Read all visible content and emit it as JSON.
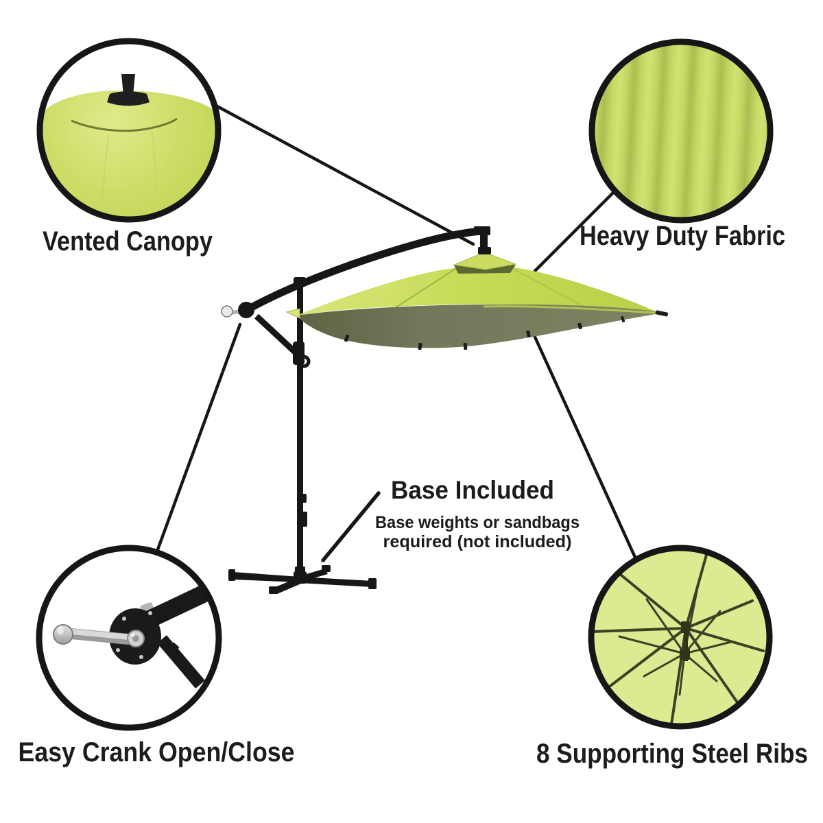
{
  "labels": {
    "vented_canopy": "Vented Canopy",
    "heavy_duty_fabric": "Heavy Duty Fabric",
    "easy_crank": "Easy Crank Open/Close",
    "steel_ribs": "8 Supporting Steel Ribs"
  },
  "base_note": {
    "title": "Base Included",
    "line1": "Base weights or sandbags",
    "line2": "required (not included)"
  },
  "colors": {
    "frame_black": "#161616",
    "text_black": "#1c1c1c",
    "canopy_light": "#d9e57a",
    "canopy_green": "#c6db55",
    "canopy_dark": "#b7cf47",
    "canopy_underside": "#74785a",
    "underside_shadow": "#5e6344",
    "underside_light": "#7e8263",
    "vent_shadow": "#5c6832",
    "seam_olive": "#6d7c33",
    "pale_seam": "#c6d75e",
    "rim_green": "#b4cb4d",
    "tip_yellow": "#dde57f",
    "dome_highlight": "#e0ea8c",
    "dome_green": "#cfdd68",
    "dome_edge": "#c2d456",
    "fabric_light": "#d2e273",
    "fabric_base": "#c3d662",
    "fabric_shade": "#a9be52",
    "ribs_fill": "#dcea92",
    "rib_line": "#3a4224",
    "silver_light": "#e9e9e9",
    "silver": "#c0c0c0",
    "silver_dark": "#8f8f8f"
  }
}
